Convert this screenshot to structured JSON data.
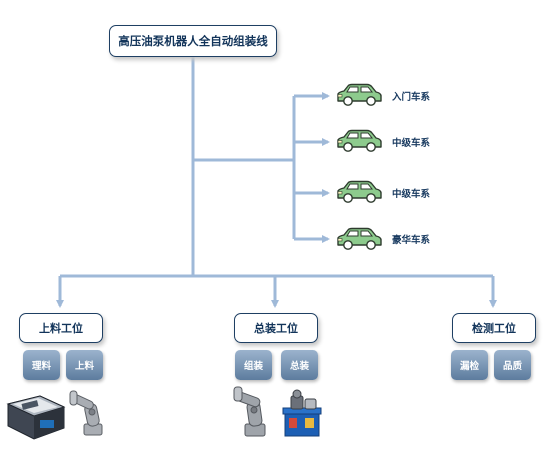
{
  "diagram": {
    "root": "高压油泵机器人全自动组装线",
    "car_series": [
      "入门车系",
      "中级车系",
      "中级车系",
      "豪华车系"
    ],
    "stations": [
      {
        "name": "上料工位",
        "subs": [
          "理料",
          "上料"
        ]
      },
      {
        "name": "总装工位",
        "subs": [
          "组装",
          "总装"
        ]
      },
      {
        "name": "检测工位",
        "subs": [
          "漏检",
          "品质"
        ]
      }
    ]
  },
  "colors": {
    "connector": "#9fb9d8",
    "box_border": "#1e3f63",
    "text_dark": "#12345a",
    "car_body": "#8dcb8d",
    "sub_box_top": "#9bb3cd",
    "sub_box_bottom": "#5d7c9e"
  },
  "icons": [
    "car-icon",
    "metering-machine-icon",
    "robot-arm-icon",
    "hydraulic-pump-icon"
  ]
}
